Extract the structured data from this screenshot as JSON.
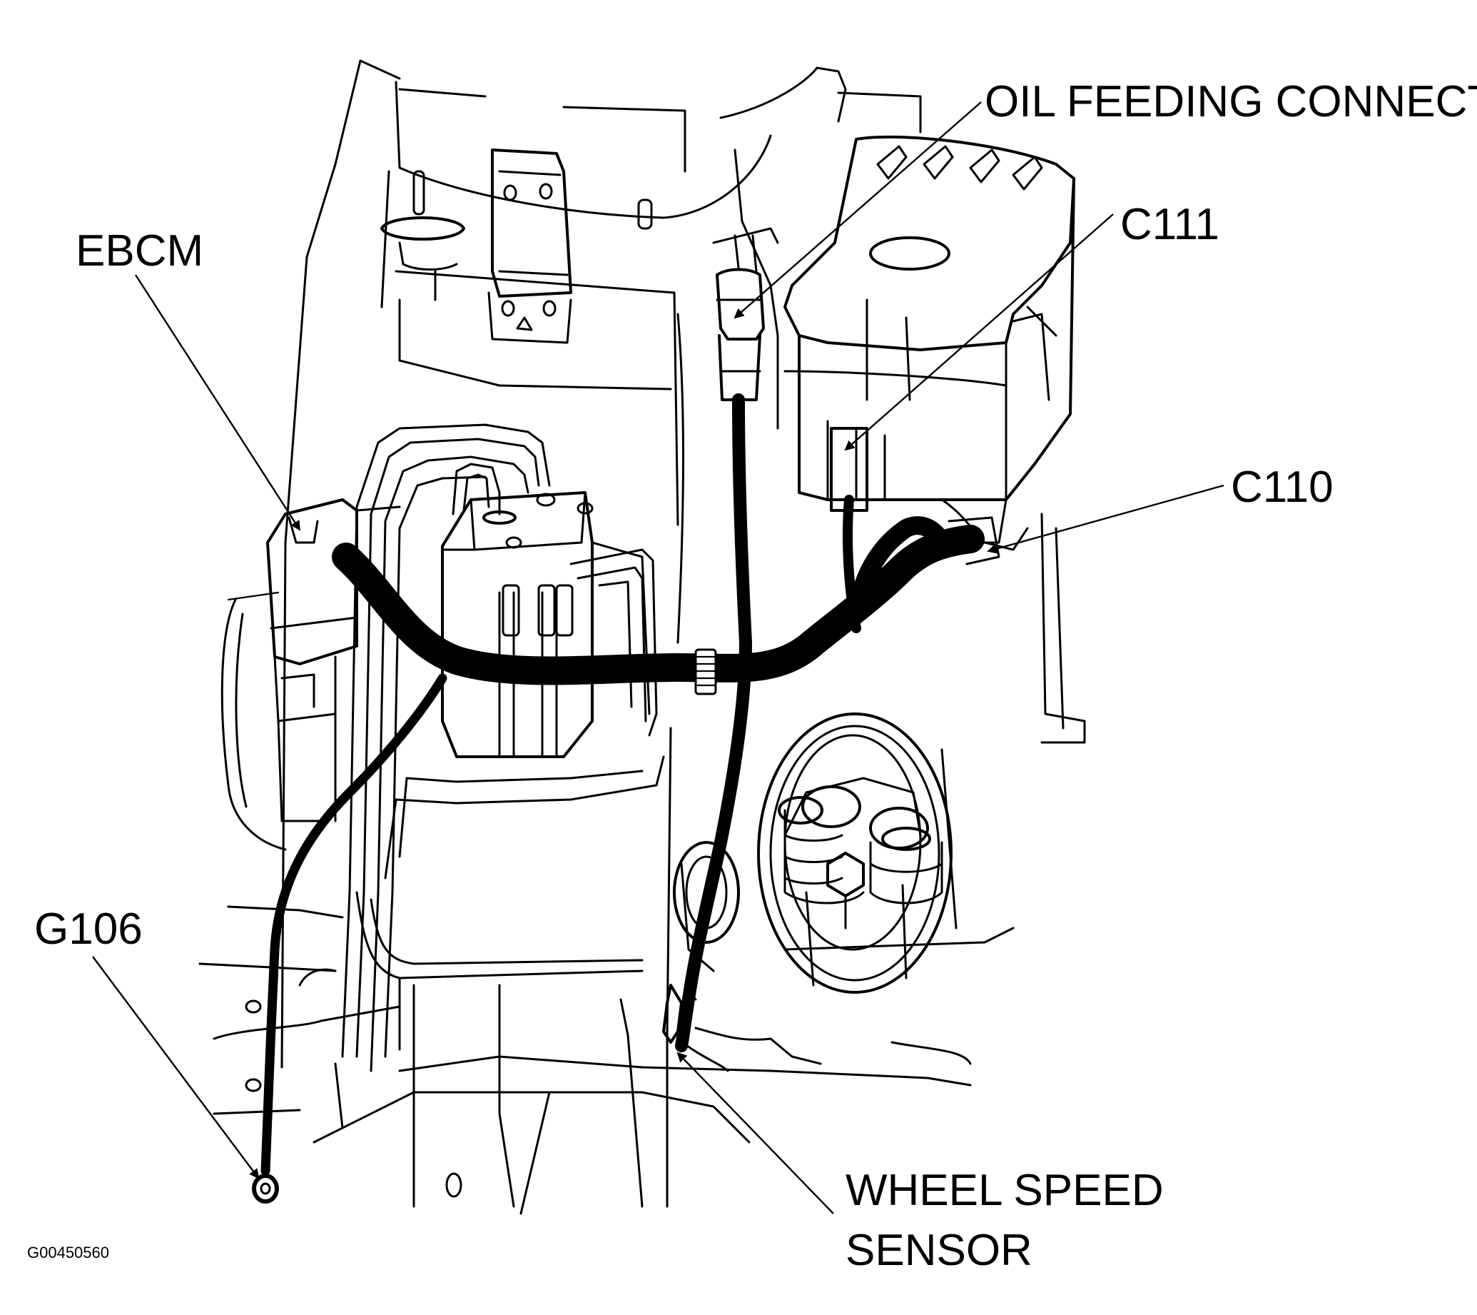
{
  "labels": {
    "oil_feeding_connector": "OIL FEEDING CONNECTOR",
    "ebcm": "EBCM",
    "c111": "C111",
    "c110": "C110",
    "g106": "G106",
    "wheel_speed_sensor_line1": "WHEEL SPEED",
    "wheel_speed_sensor_line2": "SENSOR"
  },
  "figure_id": "G00450560"
}
